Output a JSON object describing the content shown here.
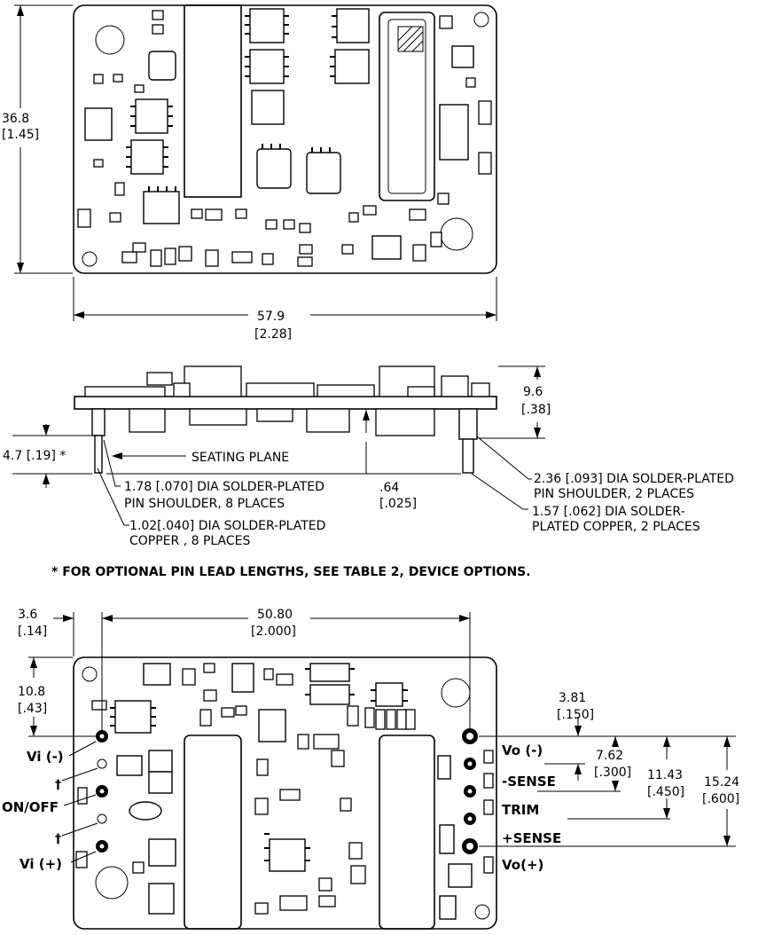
{
  "top_view": {
    "height_mm": "36.8",
    "height_in": "[1.45]",
    "width_mm": "57.9",
    "width_in": "[2.28]"
  },
  "side_view": {
    "height_mm": "9.6",
    "height_in": "[.38]",
    "pin_length": "4.7 [.19] *",
    "seating_plane": "SEATING PLANE",
    "note_small_pin_1": "1.78 [.070] DIA SOLDER-PLATED",
    "note_small_pin_2": "PIN SHOULDER, 8 PLACES",
    "note_small_copper_1": "1.02[.040] DIA SOLDER-PLATED",
    "note_small_copper_2": "COPPER , 8 PLACES",
    "standoff_mm": ".64",
    "standoff_in": "[.025]",
    "note_large_pin_1": "2.36 [.093] DIA SOLDER-PLATED",
    "note_large_pin_2": "PIN SHOULDER, 2 PLACES",
    "note_large_copper_1": "1.57 [.062] DIA SOLDER-",
    "note_large_copper_2": "PLATED COPPER, 2 PLACES"
  },
  "footnote": "* FOR OPTIONAL PIN LEAD LENGTHS, SEE TABLE 2, DEVICE OPTIONS.",
  "bottom_view": {
    "edge_offset_mm": "3.6",
    "edge_offset_in": "[.14]",
    "pin_span_mm": "50.80",
    "pin_span_in": "[2.000]",
    "top_offset_mm": "10.8",
    "top_offset_in": "[.43]",
    "dim_1_mm": "3.81",
    "dim_1_in": "[.150]",
    "dim_2_mm": "7.62",
    "dim_2_in": "[.300]",
    "dim_3_mm": "11.43",
    "dim_3_in": "[.450]",
    "dim_4_mm": "15.24",
    "dim_4_in": "[.600]",
    "pins_left": {
      "vi_neg": "Vi  (-)",
      "dagger_1": "†",
      "on_off": "ON/OFF",
      "dagger_2": "†",
      "vi_pos": "Vi  (+)"
    },
    "pins_right": {
      "vo_neg": "Vo  (-)",
      "sense_neg": "-SENSE",
      "trim": "TRIM",
      "sense_pos": "+SENSE",
      "vo_pos": "Vo(+)"
    }
  }
}
